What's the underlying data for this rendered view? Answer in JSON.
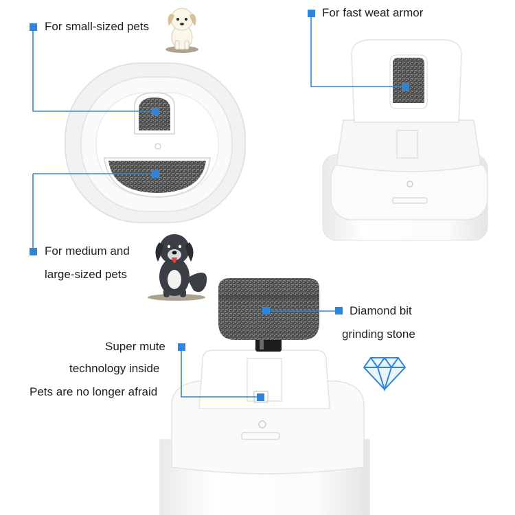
{
  "colors": {
    "accent": "#2f86d8",
    "product_white": "#f4f4f4",
    "grinding_stone": "#5a5a5a"
  },
  "icons": {
    "small_dog": "small-dog-icon",
    "large_dog": "large-dog-icon",
    "diamond": "diamond-icon"
  },
  "callouts": {
    "small_pets": "For small-sized pets",
    "fast_wear": "For fast weat armor",
    "medium_large_line1": "For medium and",
    "medium_large_line2": "large-sized pets",
    "diamond_line1": "Diamond bit",
    "diamond_line2": "grinding stone",
    "mute_line1": "Super mute",
    "mute_line2": "technology inside",
    "mute_line3": "Pets are no longer afraid"
  }
}
